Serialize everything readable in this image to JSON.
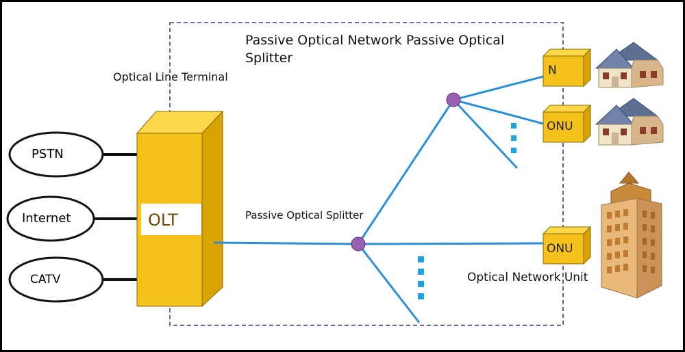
{
  "title": "Passive Optical Network Passive Optical Splitter",
  "olt_caption": "Optical Line Terminal",
  "olt_label": "OLT",
  "splitter_caption": "Passive Optical Splitter",
  "onu_caption": "Optical Network Unit",
  "services": [
    "PSTN",
    "Internet",
    "CATV"
  ],
  "onu_boxes": [
    "N",
    "ONU",
    "ONU"
  ],
  "colors": {
    "fiber": "#2a8fd6",
    "olt_yellow": "#f4c21a",
    "dashed_border": "#3a3a8a",
    "dots": "#1aa3e0"
  }
}
